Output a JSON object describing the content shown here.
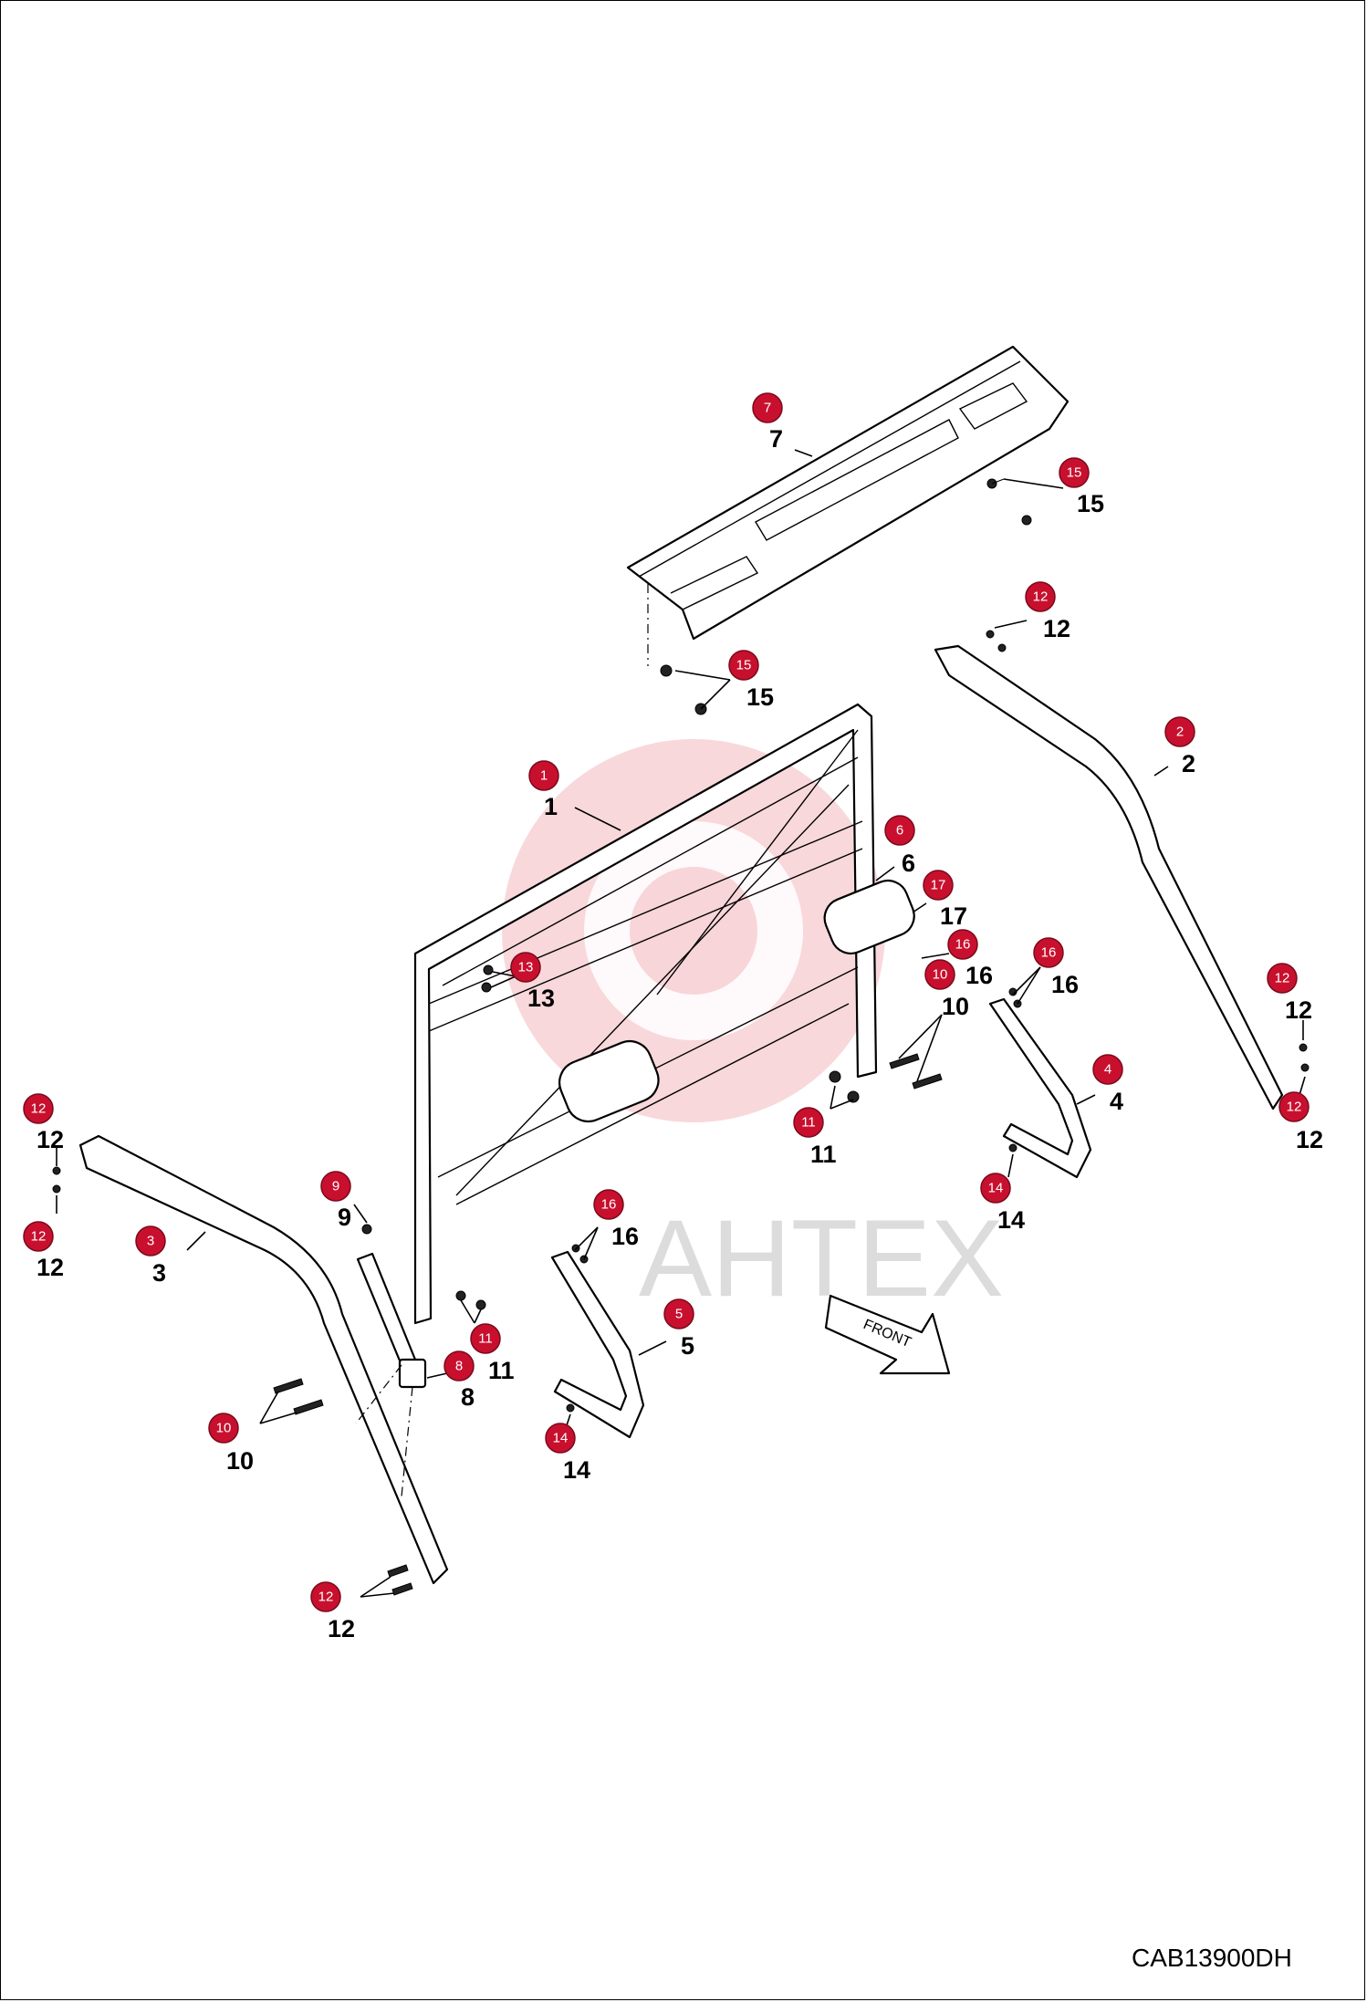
{
  "drawing_code": "CAB13900DH",
  "watermark_text": "АНТЕХ",
  "front_label": "FRONT",
  "accent_color": "#c8102e",
  "callouts": [
    {
      "number": "7"
    },
    {
      "number": "15"
    },
    {
      "number": "15"
    },
    {
      "number": "12"
    },
    {
      "number": "2"
    },
    {
      "number": "1"
    },
    {
      "number": "6"
    },
    {
      "number": "17"
    },
    {
      "number": "16"
    },
    {
      "number": "16"
    },
    {
      "number": "13"
    },
    {
      "number": "10"
    },
    {
      "number": "12"
    },
    {
      "number": "12"
    },
    {
      "number": "4"
    },
    {
      "number": "11"
    },
    {
      "number": "14"
    },
    {
      "number": "12"
    },
    {
      "number": "12"
    },
    {
      "number": "9"
    },
    {
      "number": "3"
    },
    {
      "number": "16"
    },
    {
      "number": "5"
    },
    {
      "number": "11"
    },
    {
      "number": "8"
    },
    {
      "number": "10"
    },
    {
      "number": "14"
    },
    {
      "number": "12"
    }
  ]
}
